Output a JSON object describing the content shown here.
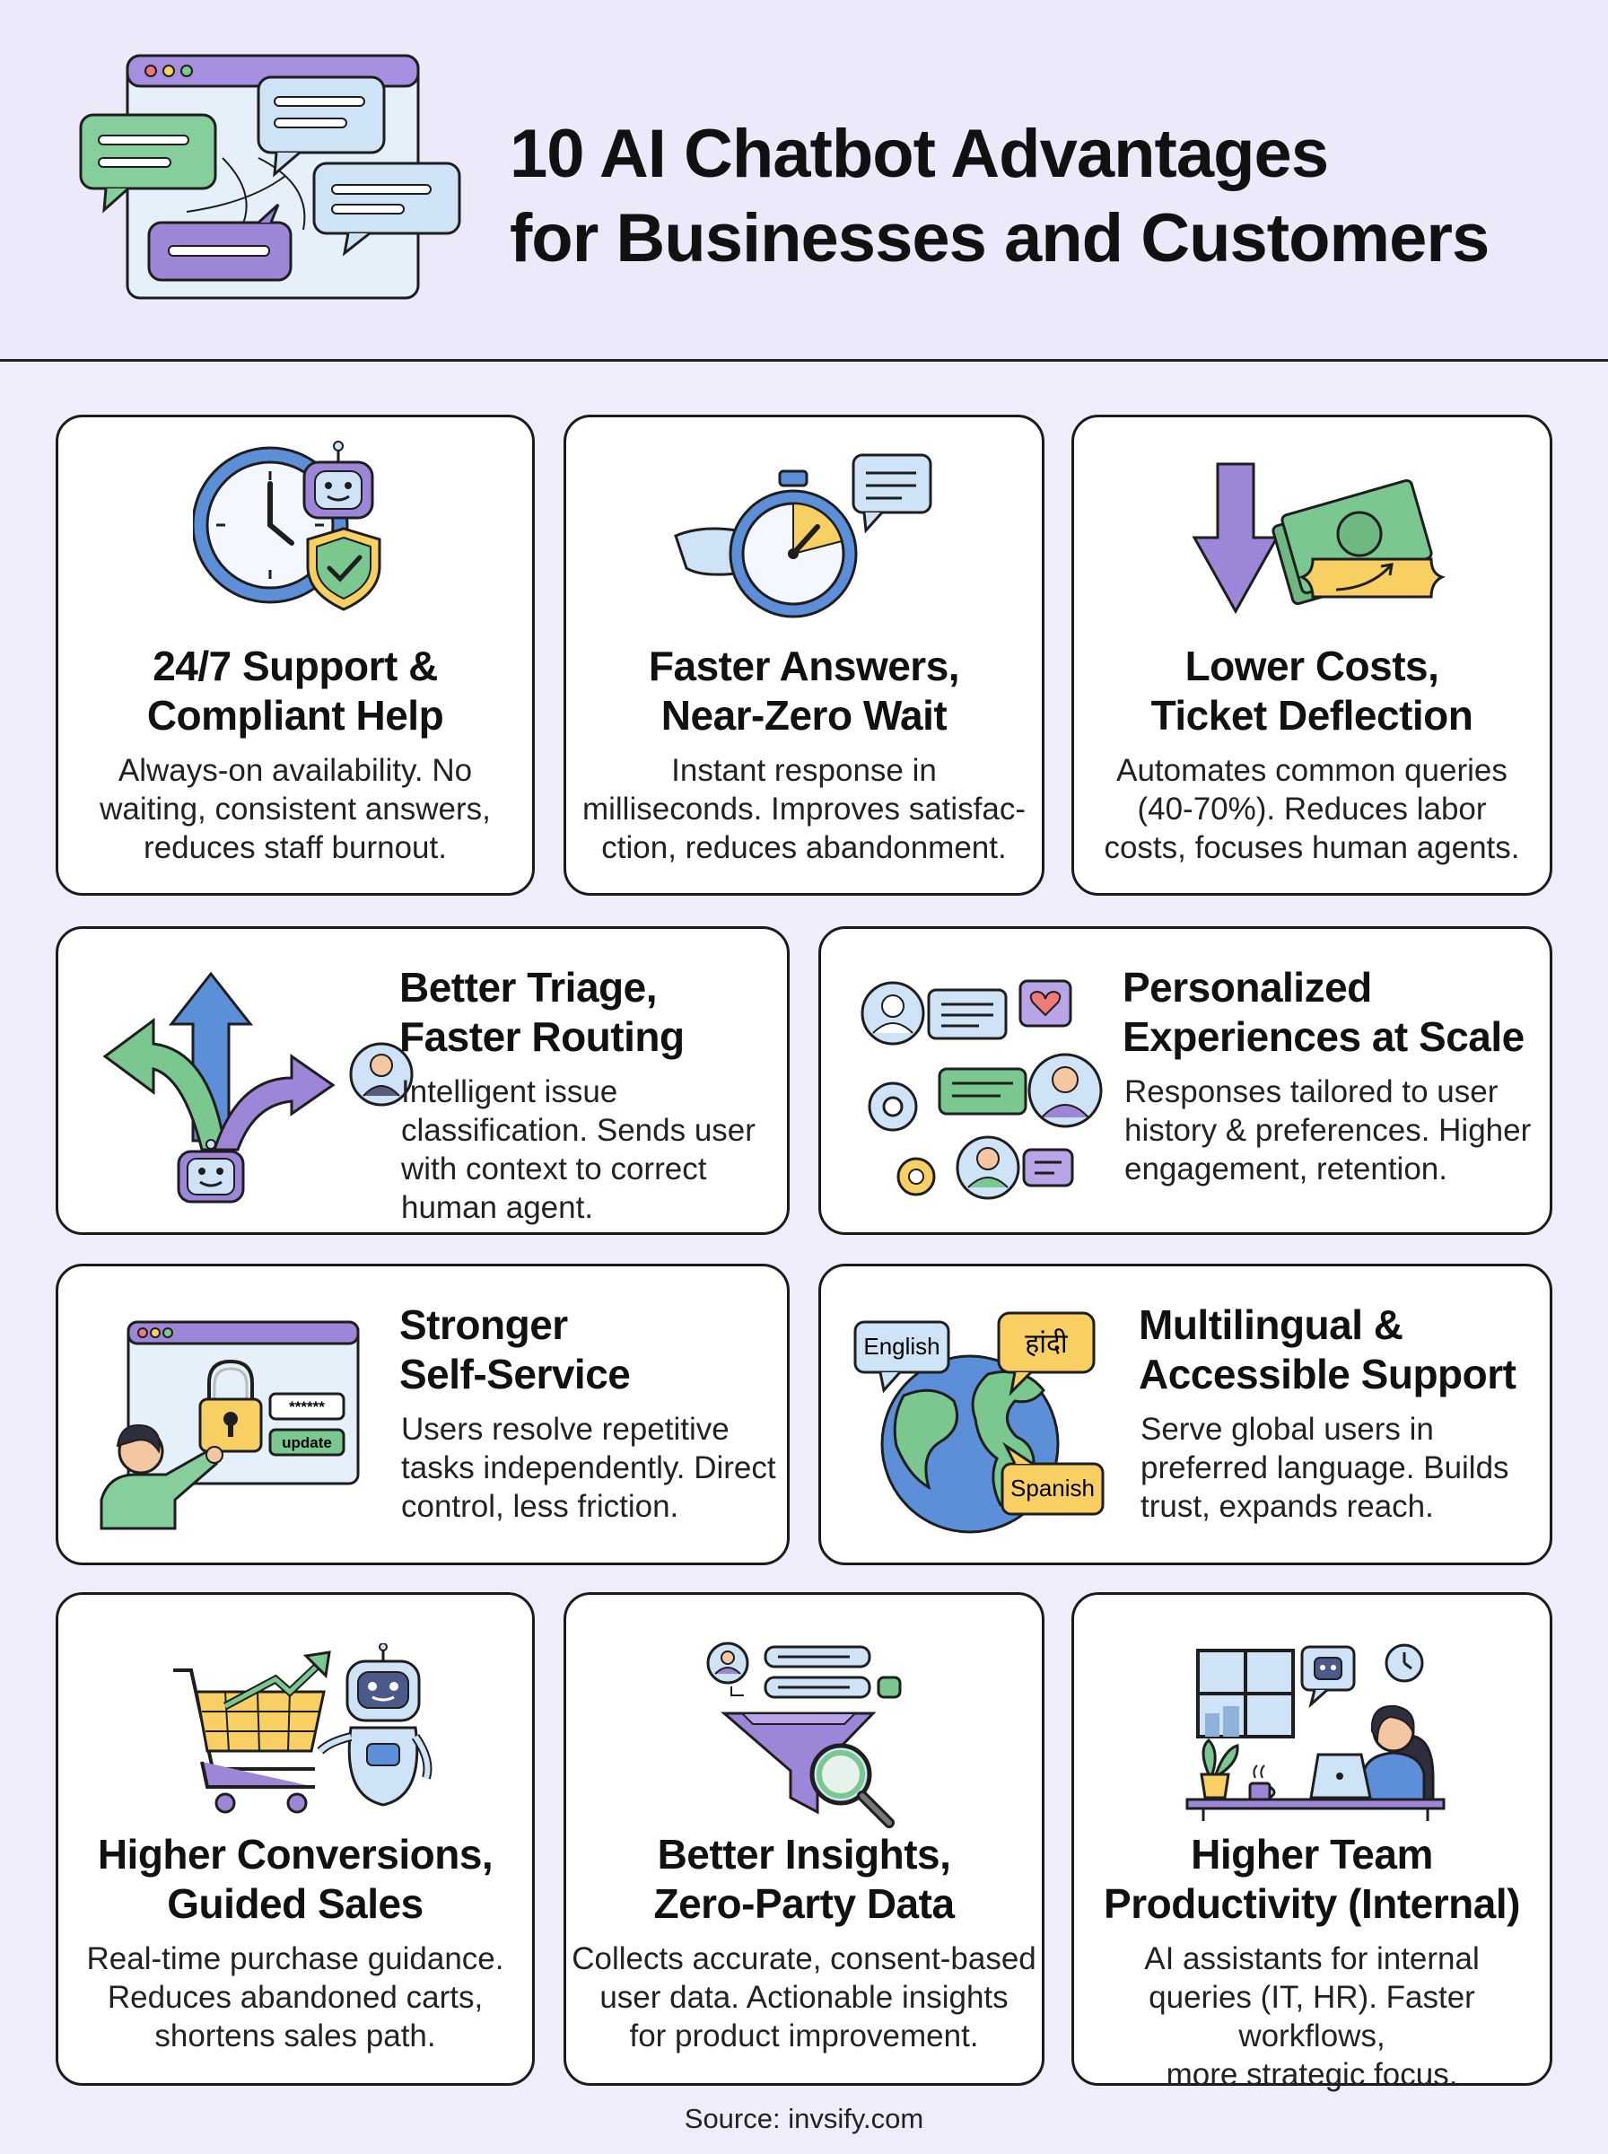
{
  "title_line1": "10 AI Chatbot Advantages",
  "title_line2": "for Businesses and Customers",
  "cards": [
    {
      "title1": "24/7 Support &",
      "title2": "Compliant Help",
      "desc1": "Always-on availability. No",
      "desc2": "waiting, consistent answers,",
      "desc3": "reduces staff burnout.",
      "icon": "clock-robot-shield-icon"
    },
    {
      "title1": "Faster Answers,",
      "title2": "Near-Zero Wait",
      "desc1": "Instant response in",
      "desc2": "milliseconds. Improves satisfac-",
      "desc3": "ction, reduces abandonment.",
      "icon": "stopwatch-icon"
    },
    {
      "title1": "Lower Costs,",
      "title2": "Ticket Deflection",
      "desc1": "Automates common queries",
      "desc2": "(40-70%). Reduces labor",
      "desc3": "costs, focuses human agents.",
      "icon": "money-down-arrow-icon"
    },
    {
      "title1": "Better Triage,",
      "title2": "Faster Routing",
      "desc1": "Intelligent issue",
      "desc2": "classification. Sends user",
      "desc3": "with context to correct",
      "desc4": "human agent.",
      "icon": "routing-arrows-icon"
    },
    {
      "title1": "Personalized",
      "title2": "Experiences at Scale",
      "desc1": "Responses tailored to user",
      "desc2": "history & preferences. Higher",
      "desc3": "engagement, retention.",
      "icon": "personalized-users-icon"
    },
    {
      "title1": "Stronger",
      "title2": "Self-Service",
      "desc1": "Users resolve repetitive",
      "desc2": "tasks independently. Direct",
      "desc3": "control, less friction.",
      "icon": "self-service-lock-icon",
      "pw": "******",
      "upd": "update"
    },
    {
      "title1": "Multilingual &",
      "title2": "Accessible Support",
      "desc1": "Serve global users in",
      "desc2": "preferred language. Builds",
      "desc3": "trust, expands reach.",
      "icon": "globe-languages-icon",
      "lang1": "English",
      "lang2": "हांदी",
      "lang3": "Spanish"
    },
    {
      "title1": "Higher Conversions,",
      "title2": "Guided Sales",
      "desc1": "Real-time purchase guidance.",
      "desc2": "Reduces abandoned carts,",
      "desc3": "shortens sales path.",
      "icon": "cart-robot-icon"
    },
    {
      "title1": "Better Insights,",
      "title2": "Zero-Party Data",
      "desc1": "Collects accurate, consent-based",
      "desc2": "user data. Actionable insights",
      "desc3": "for product improvement.",
      "icon": "funnel-magnifier-icon"
    },
    {
      "title1": "Higher Team",
      "title2": "Productivity (Internal)",
      "desc1": "AI assistants for internal",
      "desc2": "queries (IT, HR). Faster workflows,",
      "desc3": "more strategic focus.",
      "icon": "office-worker-icon"
    }
  ],
  "source": "Source: invsify.com",
  "colors": {
    "purple": "#9d86d8",
    "blue": "#5d8fd9",
    "green": "#7ac790",
    "yellow": "#f7cf63",
    "lightblue": "#cfe3f6",
    "bg": "#efecfb"
  }
}
